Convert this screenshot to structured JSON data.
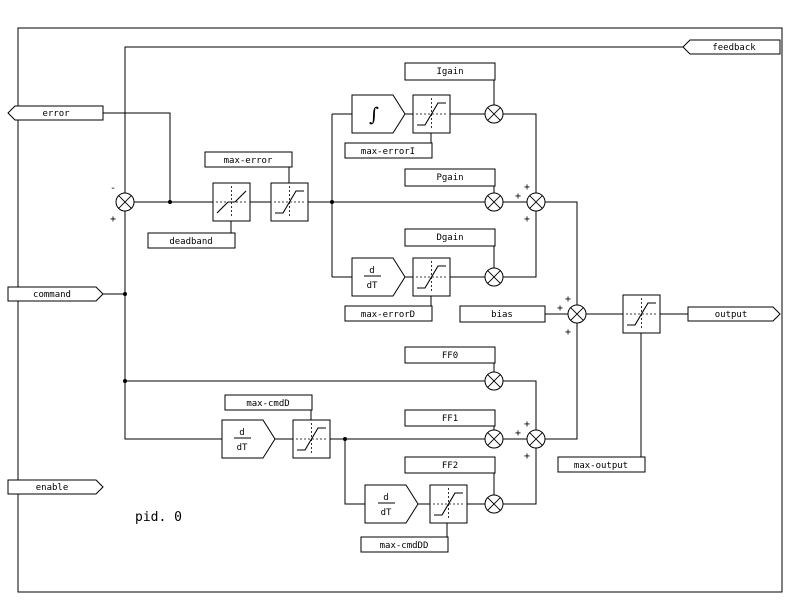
{
  "diagram": {
    "instance_label": "pid. 0",
    "pins": {
      "error": "error",
      "command": "command",
      "enable": "enable",
      "feedback": "feedback",
      "output": "output"
    },
    "parameters": {
      "igain": "Igain",
      "pgain": "Pgain",
      "dgain": "Dgain",
      "ff0": "FF0",
      "ff1": "FF1",
      "ff2": "FF2",
      "bias": "bias",
      "deadband": "deadband",
      "max_error": "max-error",
      "max_error_i": "max-errorI",
      "max_error_d": "max-errorD",
      "max_cmd_d": "max-cmdD",
      "max_cmd_dd": "max-cmdDD",
      "max_output": "max-output"
    },
    "operators": {
      "integrator": "∫",
      "derivative_numerator": "d",
      "derivative_denominator": "dT",
      "plus": "+",
      "minus": "-"
    },
    "colors": {
      "line": "#000000",
      "background": "#ffffff",
      "block_fill": "#ffffff"
    }
  }
}
